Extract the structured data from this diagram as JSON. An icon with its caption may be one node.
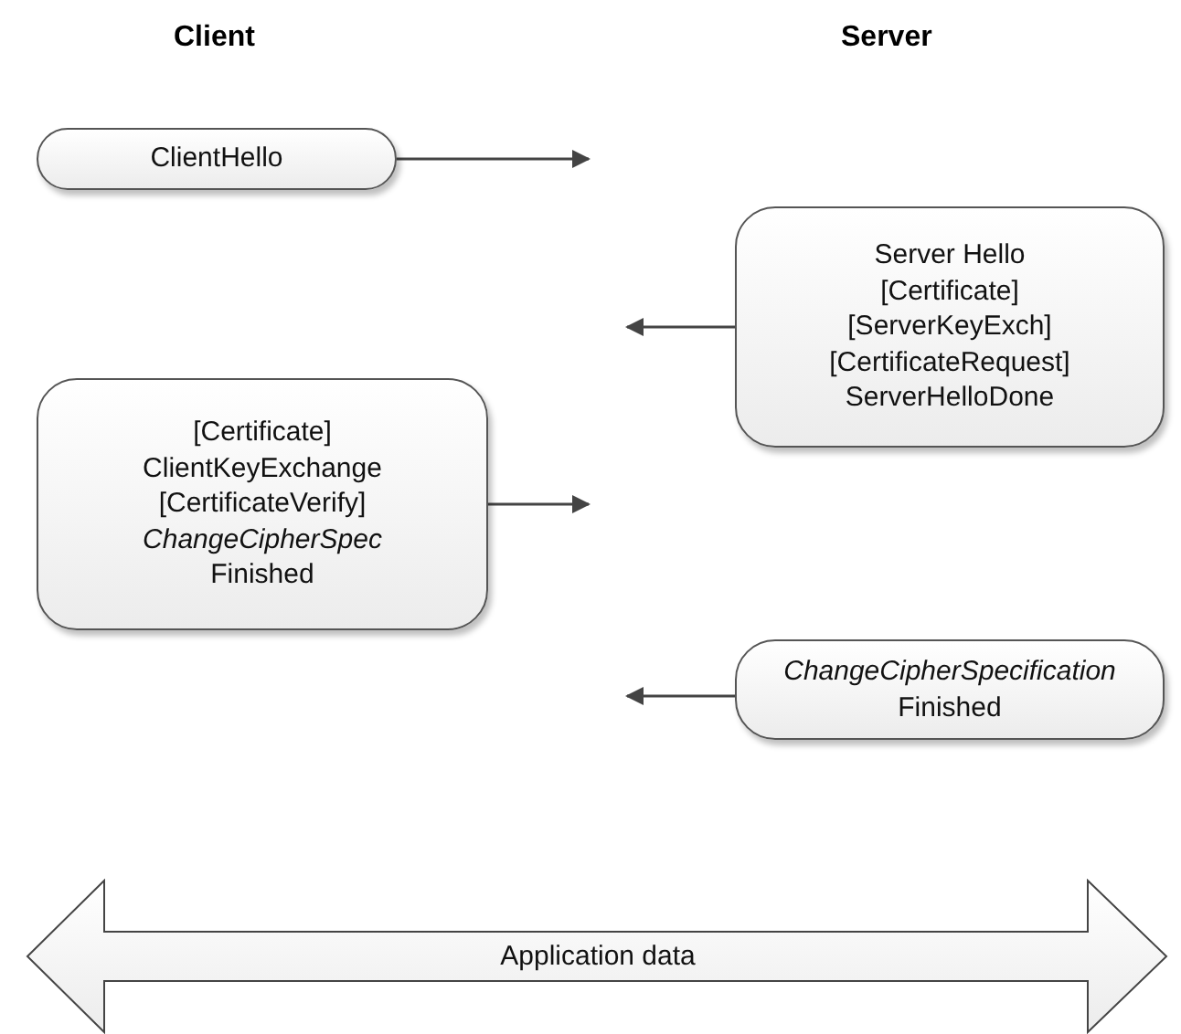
{
  "diagram": {
    "nodes": [
      {
        "text": [
          "ClientHello"
        ]
      },
      {
        "text": [
          "Server Hello",
          "[Certificate]",
          "[ServerKeyExch]",
          "[CertificateRequest]",
          "ServerHelloDone"
        ]
      },
      {
        "text": [
          "[Certificate]",
          "ClientKeyExchange",
          "[CertificateVerify]",
          "ChangeCipherSpec",
          "Finished"
        ]
      },
      {
        "text": [
          "ChangeCipherSpecification",
          "Finished"
        ]
      },
      {
        "text": [
          "Application data"
        ]
      }
    ],
    "edges": [
      {
        "from": 0,
        "to": null,
        "arrow": "to"
      },
      {
        "from": 1,
        "to": null,
        "arrow": "to"
      },
      {
        "from": 2,
        "to": null,
        "arrow": "to"
      },
      {
        "from": 3,
        "to": null,
        "arrow": "to"
      }
    ],
    "labels": [
      "Client",
      "Server"
    ]
  }
}
